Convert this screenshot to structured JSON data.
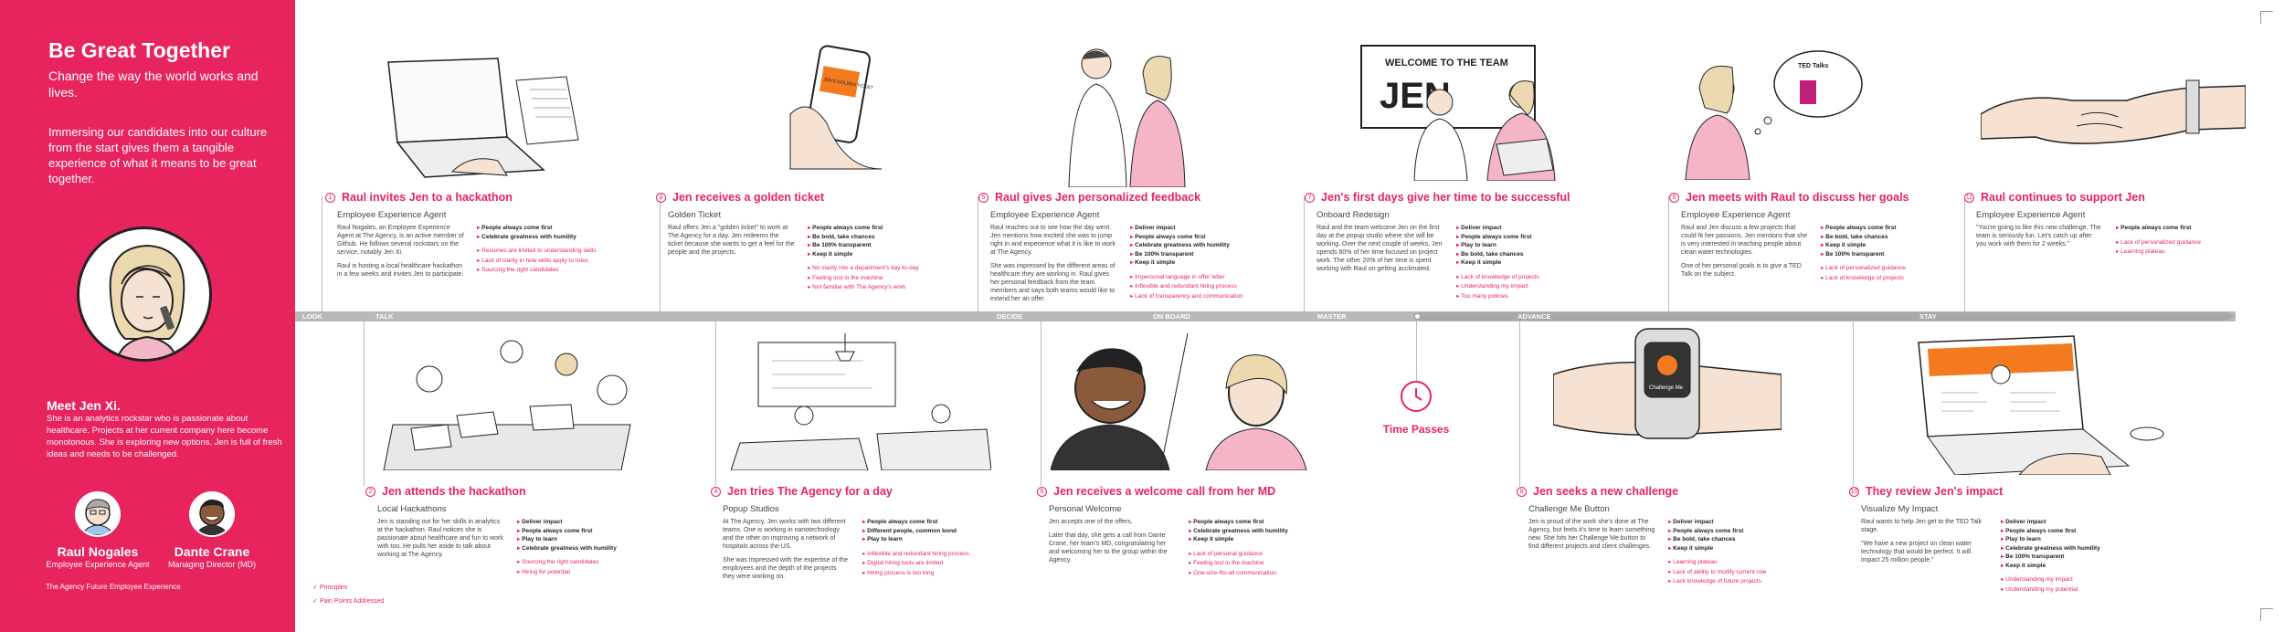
{
  "sidebar": {
    "title": "Be Great Together",
    "subtitle": "Change the way the world works and lives.",
    "body": "Immersing our candidates into our culture from the start gives them a tangible experience of what it means to be great together.",
    "meet": "Meet Jen Xi.",
    "description": "She is an analytics rockstar who is passionate about healthcare. Projects at her current company here become monotonous. She is exploring new options. Jen is full of fresh ideas and needs to be challenged.",
    "agents": [
      {
        "name": "Raul Nogales",
        "role": "Employee Experience Agent"
      },
      {
        "name": "Dante Crane",
        "role": "Managing Director (MD)"
      }
    ],
    "footer": "The Agency Future Employee Experience"
  },
  "timeline": {
    "stages": [
      "LOOK",
      "TALK",
      "DECIDE",
      "ON BOARD",
      "MASTER",
      "ADVANCE",
      "STAY"
    ]
  },
  "time_passes": "Time Passes",
  "legend": {
    "principles": "Principles",
    "pain_points": "Pain Points Addressed"
  },
  "steps": [
    {
      "num": "1",
      "title": "Raul invites Jen to a hackathon",
      "subtitle": "Employee Experience Agent",
      "desc": [
        "Raul Nogales, an Employee Experience Agent at The Agency, is an active member of Github. He follows several rockstars on the service, notably Jen Xi.",
        "Raul is hosting a local healthcare hackathon in a few weeks and invites Jen to participate."
      ],
      "principles": [
        "People always come first",
        "Celebrate greatness with humility"
      ],
      "pain_points": [
        "Resumes are limited to understanding skills",
        "Lack of clarity in how skills apply to roles",
        "Sourcing the right candidates"
      ]
    },
    {
      "num": "3",
      "title": "Jen receives a golden ticket",
      "subtitle": "Golden Ticket",
      "desc": [
        "Raul offers Jen a \"golden ticket\" to work at The Agency for a day. Jen redeems the ticket because she wants to get a feel for the people and the projects."
      ],
      "principles": [
        "People always come first",
        "Be bold, take chances",
        "Be 100% transparent",
        "Keep it simple"
      ],
      "pain_points": [
        "No clarity into a department's day-to-day",
        "Feeling lost in the machine",
        "Not familiar with The Agency's work"
      ]
    },
    {
      "num": "5",
      "title": "Raul gives Jen personalized feedback",
      "subtitle": "Employee Experience Agent",
      "desc": [
        "Raul reaches out to see how the day went. Jen mentions how excited she was to jump right in and experience what it is like to work at The Agency.",
        "She was impressed by the different areas of healthcare they are working in. Raul gives her personal feedback from the team members and says both teams would like to extend her an offer."
      ],
      "principles": [
        "Deliver impact",
        "People always come first",
        "Celebrate greatness with humility",
        "Be 100% transparent",
        "Keep it simple"
      ],
      "pain_points": [
        "Impersonal language in offer letter",
        "Inflexible and redundant hiring process",
        "Lack of transparency and communication"
      ]
    },
    {
      "num": "7",
      "title": "Jen's first days give her time to be successful",
      "subtitle": "Onboard Redesign",
      "desc": [
        "Raul and the team welcome Jen on the first day at the popup studio where she will be working. Over the next couple of weeks, Jen spends 80% of her time focused on project work. The other 20% of her time is spent working with Raul on getting acclimated."
      ],
      "principles": [
        "Deliver impact",
        "People always come first",
        "Play to learn",
        "Be bold, take chances",
        "Keep it simple"
      ],
      "pain_points": [
        "Lack of knowledge of projects",
        "Understanding my impact",
        "Too many policies"
      ]
    },
    {
      "num": "9",
      "title": "Jen meets with Raul to discuss her goals",
      "subtitle": "Employee Experience Agent",
      "desc": [
        "Raul and Jen discuss a few projects that could fit her passions. Jen mentions that she is very interested in teaching people about clean water technologies.",
        "One of her personal goals is to give a TED Talk on the subject."
      ],
      "principles": [
        "People always come first",
        "Be bold, take chances",
        "Keep it simple",
        "Be 100% transparent"
      ],
      "pain_points": [
        "Lack of personalized guidance",
        "Lack of knowledge of projects"
      ]
    },
    {
      "num": "11",
      "title": "Raul continues to support Jen",
      "subtitle": "Employee Experience Agent",
      "desc": [
        "\"You're going to like this new challenge. The team is seriously fun. Let's catch up after you work with them for 2 weeks.\""
      ],
      "principles": [
        "People always come first"
      ],
      "pain_points": [
        "Lack of personalized guidance",
        "Learning plateau"
      ]
    },
    {
      "num": "2",
      "title": "Jen attends the hackathon",
      "subtitle": "Local Hackathons",
      "desc": [
        "Jen is standing out for her skills in analytics at the hackathon. Raul notices she is passionate about healthcare and fun to work with too. He pulls her aside to talk about working at The Agency."
      ],
      "principles": [
        "Deliver impact",
        "People always come first",
        "Play to learn",
        "Celebrate greatness with humility"
      ],
      "pain_points": [
        "Sourcing the right candidates",
        "Hiring for potential"
      ]
    },
    {
      "num": "4",
      "title": "Jen tries The Agency for a day",
      "subtitle": "Popup Studios",
      "desc": [
        "At The Agency, Jen works with two different teams. One is working in nanotechnology and the other on improving a network of hospitals across the US.",
        "She was impressed with the expertise of the employees and the depth of the projects they were working on."
      ],
      "principles": [
        "People always come first",
        "Different people, common bond",
        "Play to learn"
      ],
      "pain_points": [
        "Inflexible and redundant hiring process",
        "Digital hiring tools are limited",
        "Hiring process is too long"
      ]
    },
    {
      "num": "6",
      "title": "Jen receives a welcome call from her MD",
      "subtitle": "Personal Welcome",
      "desc": [
        "Jen accepts one of the offers.",
        "Later that day, she gets a call from Dante Crane, her team's MD, congratulating her and welcoming her to the group within the Agency."
      ],
      "principles": [
        "People always come first",
        "Celebrate greatness with humility",
        "Keep it simple"
      ],
      "pain_points": [
        "Lack of personal guidance",
        "Feeling lost in the machine",
        "One-size-fits-all communication"
      ]
    },
    {
      "num": "8",
      "title": "Jen seeks a new challenge",
      "subtitle": "Challenge Me Button",
      "desc": [
        "Jen is proud of the work she's done at The Agency, but feels it's time to learn something new. She hits her Challenge Me button to find different projects and client challenges."
      ],
      "principles": [
        "Deliver impact",
        "People always come first",
        "Be bold, take chances",
        "Keep it simple"
      ],
      "pain_points": [
        "Learning plateau",
        "Lack of ability to modify current role",
        "Lack knowledge of future projects"
      ]
    },
    {
      "num": "10",
      "title": "They review Jen's impact",
      "subtitle": "Visualize My Impact",
      "desc": [
        "Raul wants to help Jen get to the TED Talk stage.",
        "\"We have a new project on clean water technology that would be perfect. It will impact 25 million people.\""
      ],
      "principles": [
        "Deliver impact",
        "People always come first",
        "Play to learn",
        "Celebrate greatness with humility",
        "Be 100% transparent",
        "Keep it simple"
      ],
      "pain_points": [
        "Understanding my impact",
        "Understanding my potential"
      ]
    }
  ],
  "illustration_text": {
    "welcome": "WELCOME TO THE TEAM",
    "jen": "JEN",
    "golden_ticket": "JEN'S GOLDEN TICKET",
    "challenge_me": "Challenge Me",
    "ted": "TED Talks"
  },
  "colors": {
    "accent": "#e8245e",
    "timeline": "#b9b9b9",
    "orange": "#f47a20"
  }
}
